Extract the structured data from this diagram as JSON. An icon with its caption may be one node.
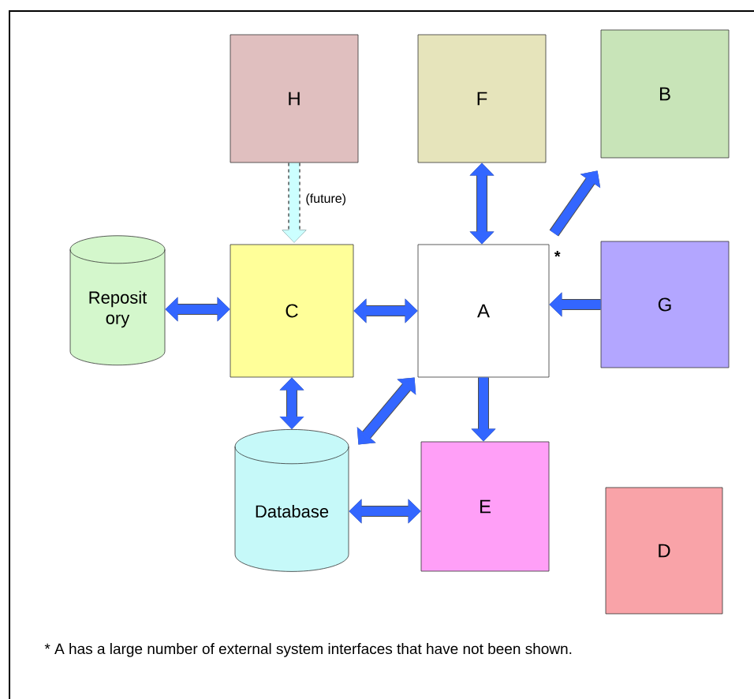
{
  "diagram": {
    "nodes": [
      {
        "text": [
          "H"
        ]
      },
      {
        "text": [
          "F"
        ]
      },
      {
        "text": [
          "B"
        ]
      },
      {
        "text": [
          "Reposit ory"
        ]
      },
      {
        "text": [
          "C"
        ]
      },
      {
        "text": [
          "A"
        ],
        "beside": [
          "*"
        ]
      },
      {
        "text": [
          "G"
        ]
      },
      {
        "text": [
          "Database"
        ]
      },
      {
        "text": [
          "E"
        ]
      },
      {
        "text": [
          "D"
        ]
      }
    ],
    "edges": [
      {
        "from": 0,
        "to": 4,
        "arrow": "to",
        "label": "(future)",
        "style": "dashed",
        "color": "#000000"
      },
      {
        "from": 1,
        "to": 5,
        "arrow": "both"
      },
      {
        "from": 5,
        "to": 2,
        "arrow": "to"
      },
      {
        "from": 6,
        "to": 5,
        "arrow": "to"
      },
      {
        "from": 3,
        "to": 4,
        "arrow": "both"
      },
      {
        "from": 4,
        "to": 5,
        "arrow": "both"
      },
      {
        "from": 4,
        "to": 7,
        "arrow": "both"
      },
      {
        "from": 5,
        "to": 7,
        "arrow": "both"
      },
      {
        "from": 5,
        "to": 8,
        "arrow": "to"
      },
      {
        "from": 7,
        "to": 8,
        "arrow": "both"
      }
    ],
    "labels": [
      "* A has a large number of external system interfaces that have not been shown."
    ]
  }
}
